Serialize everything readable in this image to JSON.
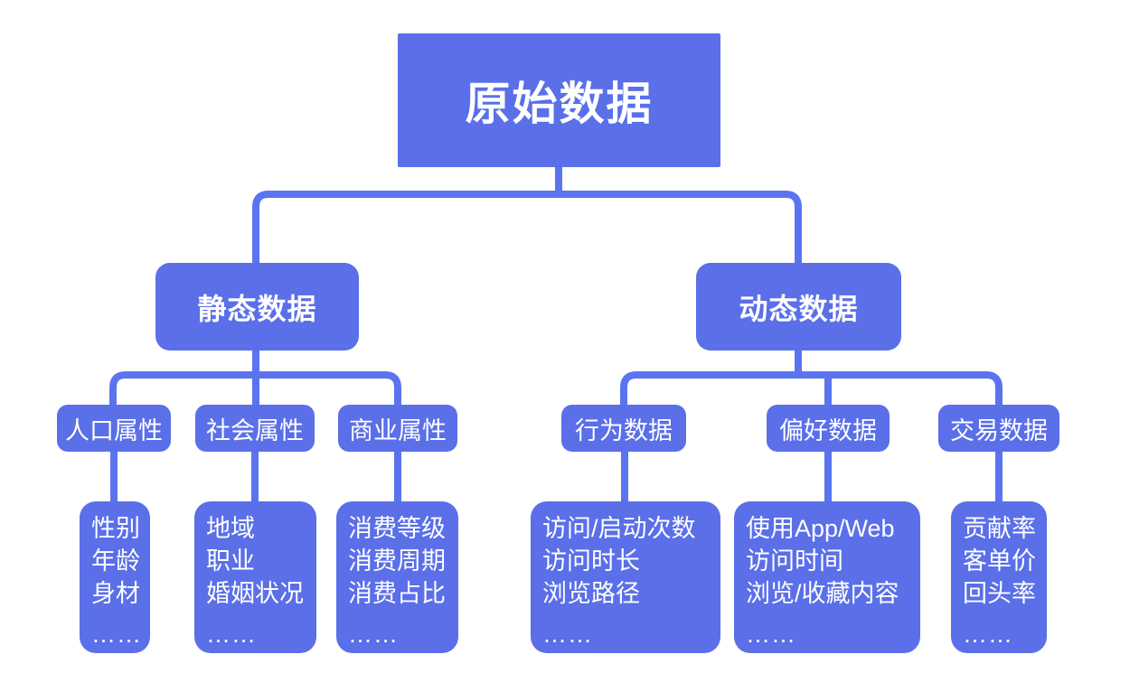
{
  "diagram": {
    "title_node": "原始数据",
    "colors": {
      "node_fill": "#5A6FE8",
      "connector_line": "#5A74F0",
      "node_text": "#FFFFFF",
      "background": "#FFFFFF"
    },
    "branches": [
      {
        "label": "静态数据",
        "children": [
          {
            "label": "人口属性",
            "items": [
              "性别",
              "年龄",
              "身材"
            ],
            "ellipsis": "……"
          },
          {
            "label": "社会属性",
            "items": [
              "地域",
              "职业",
              "婚姻状况"
            ],
            "ellipsis": "……"
          },
          {
            "label": "商业属性",
            "items": [
              "消费等级",
              "消费周期",
              "消费占比"
            ],
            "ellipsis": "……"
          }
        ]
      },
      {
        "label": "动态数据",
        "children": [
          {
            "label": "行为数据",
            "items": [
              "访问/启动次数",
              "访问时长",
              "浏览路径"
            ],
            "ellipsis": "……"
          },
          {
            "label": "偏好数据",
            "items": [
              "使用App/Web",
              "访问时间",
              "浏览/收藏内容"
            ],
            "ellipsis": "……"
          },
          {
            "label": "交易数据",
            "items": [
              "贡献率",
              "客单价",
              "回头率"
            ],
            "ellipsis": "……"
          }
        ]
      }
    ]
  }
}
